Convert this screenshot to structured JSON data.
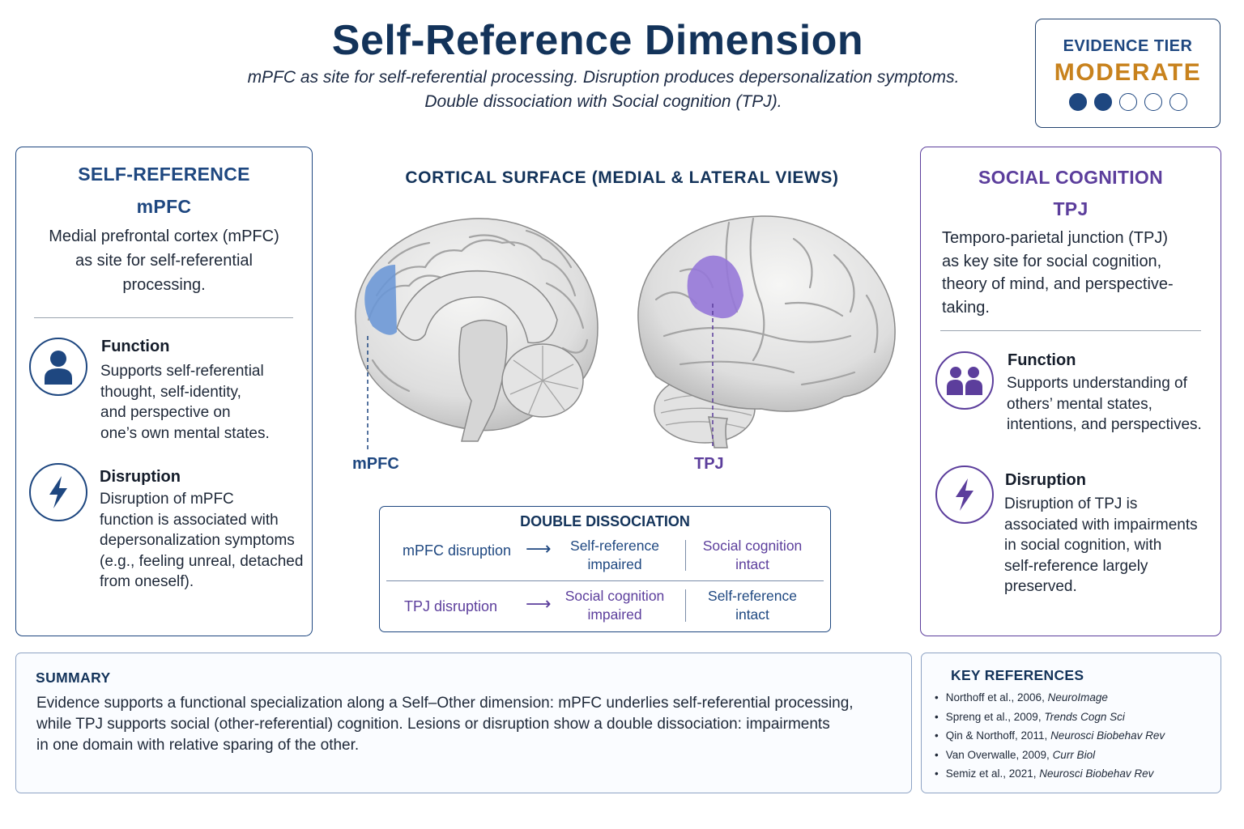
{
  "header": {
    "title": "Self-Reference Dimension",
    "subtitle_line1": "mPFC as site for self-referential processing. Disruption produces depersonalization symptoms.",
    "subtitle_line2": "Double dissociation with Social cognition (TPJ)."
  },
  "evidence_tier": {
    "label": "EVIDENCE TIER",
    "value": "MODERATE",
    "level": 2,
    "max_level": 5,
    "value_color": "#c8821d"
  },
  "left_panel": {
    "heading": "SELF-REFERENCE",
    "region": "mPFC",
    "intro": [
      "Medial prefrontal cortex (mPFC)",
      "as site for self-referential",
      "processing."
    ],
    "function": {
      "icon": "person-icon",
      "heading": "Function",
      "lines": [
        "Supports self-referential",
        "thought, self-identity,",
        "and perspective on",
        "one’s own mental states."
      ]
    },
    "disruption": {
      "icon": "lightning-icon",
      "heading": "Disruption",
      "lines": [
        "Disruption of mPFC",
        "function is associated with",
        "depersonalization symptoms",
        "(e.g., feeling unreal, detached",
        "from oneself)."
      ]
    },
    "accent": "#1e4780"
  },
  "right_panel": {
    "heading": "SOCIAL COGNITION",
    "region": "TPJ",
    "intro": [
      "Temporo-parietal junction (TPJ)",
      "as key site for social cognition,",
      "theory of mind, and perspective-",
      "taking."
    ],
    "function": {
      "icon": "people-icon",
      "heading": "Function",
      "lines": [
        "Supports understanding of",
        "others’ mental states,",
        "intentions, and perspectives."
      ]
    },
    "disruption": {
      "icon": "lightning-icon",
      "heading": "Disruption",
      "lines": [
        "Disruption of TPJ is",
        "associated with impairments",
        "in social cognition, with",
        "self-reference largely",
        "preserved."
      ]
    },
    "accent": "#5c3e9c"
  },
  "center": {
    "title": "CORTICAL SURFACE (MEDIAL & LATERAL VIEWS)",
    "label_medial": "mPFC",
    "label_lateral": "TPJ",
    "mpfc_color": "#6a96d6",
    "tpj_color": "#9678d8"
  },
  "double_dissociation": {
    "title": "DOUBLE DISSOCIATION",
    "rows": [
      {
        "source": "mPFC disruption",
        "effect": [
          "Self-reference",
          "impaired"
        ],
        "spared": [
          "Social cognition",
          "intact"
        ]
      },
      {
        "source": "TPJ disruption",
        "effect": [
          "Social cognition",
          "impaired"
        ],
        "spared": [
          "Self-reference",
          "intact"
        ]
      }
    ]
  },
  "summary": {
    "heading": "SUMMARY",
    "lines": [
      "Evidence supports a functional specialization along a Self–Other dimension: mPFC underlies self-referential processing,",
      "while TPJ supports social (other-referential) cognition. Lesions or disruption show a double dissociation: impairments",
      "in one domain with relative sparing of the other."
    ]
  },
  "references": {
    "heading": "KEY REFERENCES",
    "items": [
      {
        "authors": "Northoff et al., 2006, ",
        "journal": "NeuroImage"
      },
      {
        "authors": "Spreng et al., 2009, ",
        "journal": "Trends Cogn Sci"
      },
      {
        "authors": "Qin & Northoff, 2011, ",
        "journal": "Neurosci Biobehav Rev"
      },
      {
        "authors": "Van Overwalle, 2009, ",
        "journal": "Curr Biol"
      },
      {
        "authors": "Semiz et al., 2021, ",
        "journal": "Neurosci Biobehav Rev"
      }
    ]
  }
}
